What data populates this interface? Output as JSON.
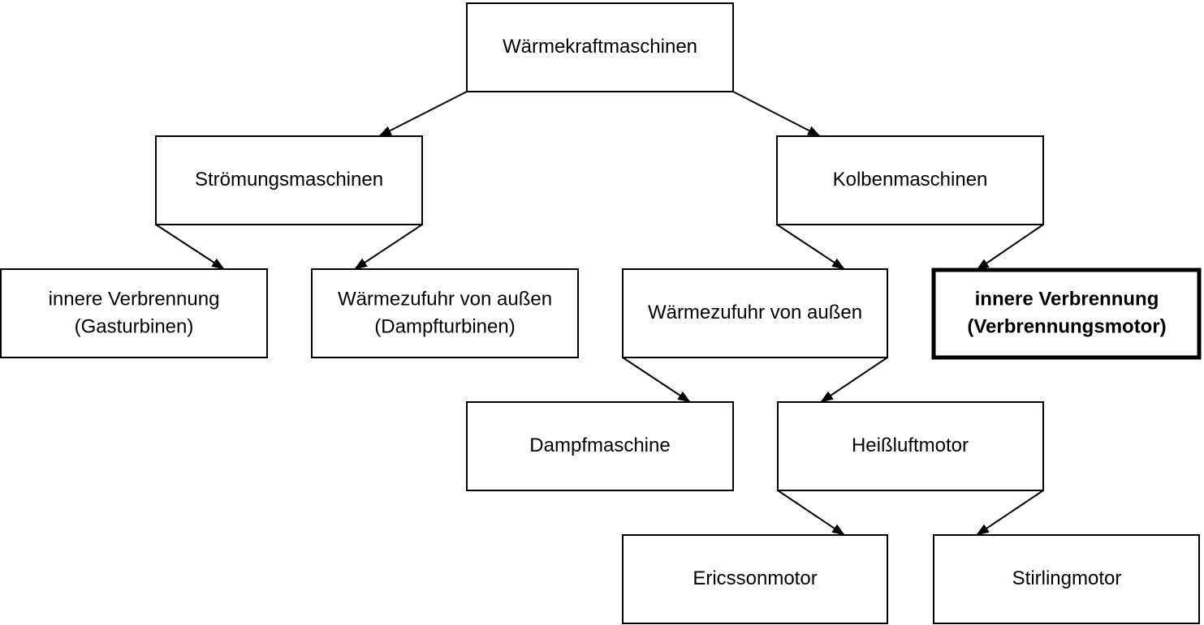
{
  "diagram": {
    "nodes": {
      "waermekraftmaschinen": {
        "lines": [
          "Wärmekraftmaschinen"
        ]
      },
      "stroemungsmaschinen": {
        "lines": [
          "Strömungsmaschinen"
        ]
      },
      "kolbenmaschinen": {
        "lines": [
          "Kolbenmaschinen"
        ]
      },
      "gasturbinen": {
        "lines": [
          "innere Verbrennung",
          "(Gasturbinen)"
        ]
      },
      "dampfturbinen": {
        "lines": [
          "Wärmezufuhr von außen",
          "(Dampfturbinen)"
        ]
      },
      "waermezufuhr_kolben": {
        "lines": [
          "Wärmezufuhr von außen"
        ]
      },
      "verbrennungsmotor": {
        "lines": [
          "innere Verbrennung",
          "(Verbrennungsmotor)"
        ],
        "emphasis": "bold"
      },
      "dampfmaschine": {
        "lines": [
          "Dampfmaschine"
        ]
      },
      "heissluftmotor": {
        "lines": [
          "Heißluftmotor"
        ]
      },
      "ericssonmotor": {
        "lines": [
          "Ericssonmotor"
        ]
      },
      "stirlingmotor": {
        "lines": [
          "Stirlingmotor"
        ]
      }
    },
    "edges": [
      {
        "from": "waermekraftmaschinen",
        "to": "stroemungsmaschinen"
      },
      {
        "from": "waermekraftmaschinen",
        "to": "kolbenmaschinen"
      },
      {
        "from": "stroemungsmaschinen",
        "to": "gasturbinen"
      },
      {
        "from": "stroemungsmaschinen",
        "to": "dampfturbinen"
      },
      {
        "from": "kolbenmaschinen",
        "to": "waermezufuhr_kolben"
      },
      {
        "from": "kolbenmaschinen",
        "to": "verbrennungsmotor"
      },
      {
        "from": "waermezufuhr_kolben",
        "to": "dampfmaschine"
      },
      {
        "from": "waermezufuhr_kolben",
        "to": "heissluftmotor"
      },
      {
        "from": "heissluftmotor",
        "to": "ericssonmotor"
      },
      {
        "from": "heissluftmotor",
        "to": "stirlingmotor"
      }
    ],
    "colors": {
      "stroke": "#000000",
      "fill": "#ffffff",
      "text": "#000000"
    }
  }
}
